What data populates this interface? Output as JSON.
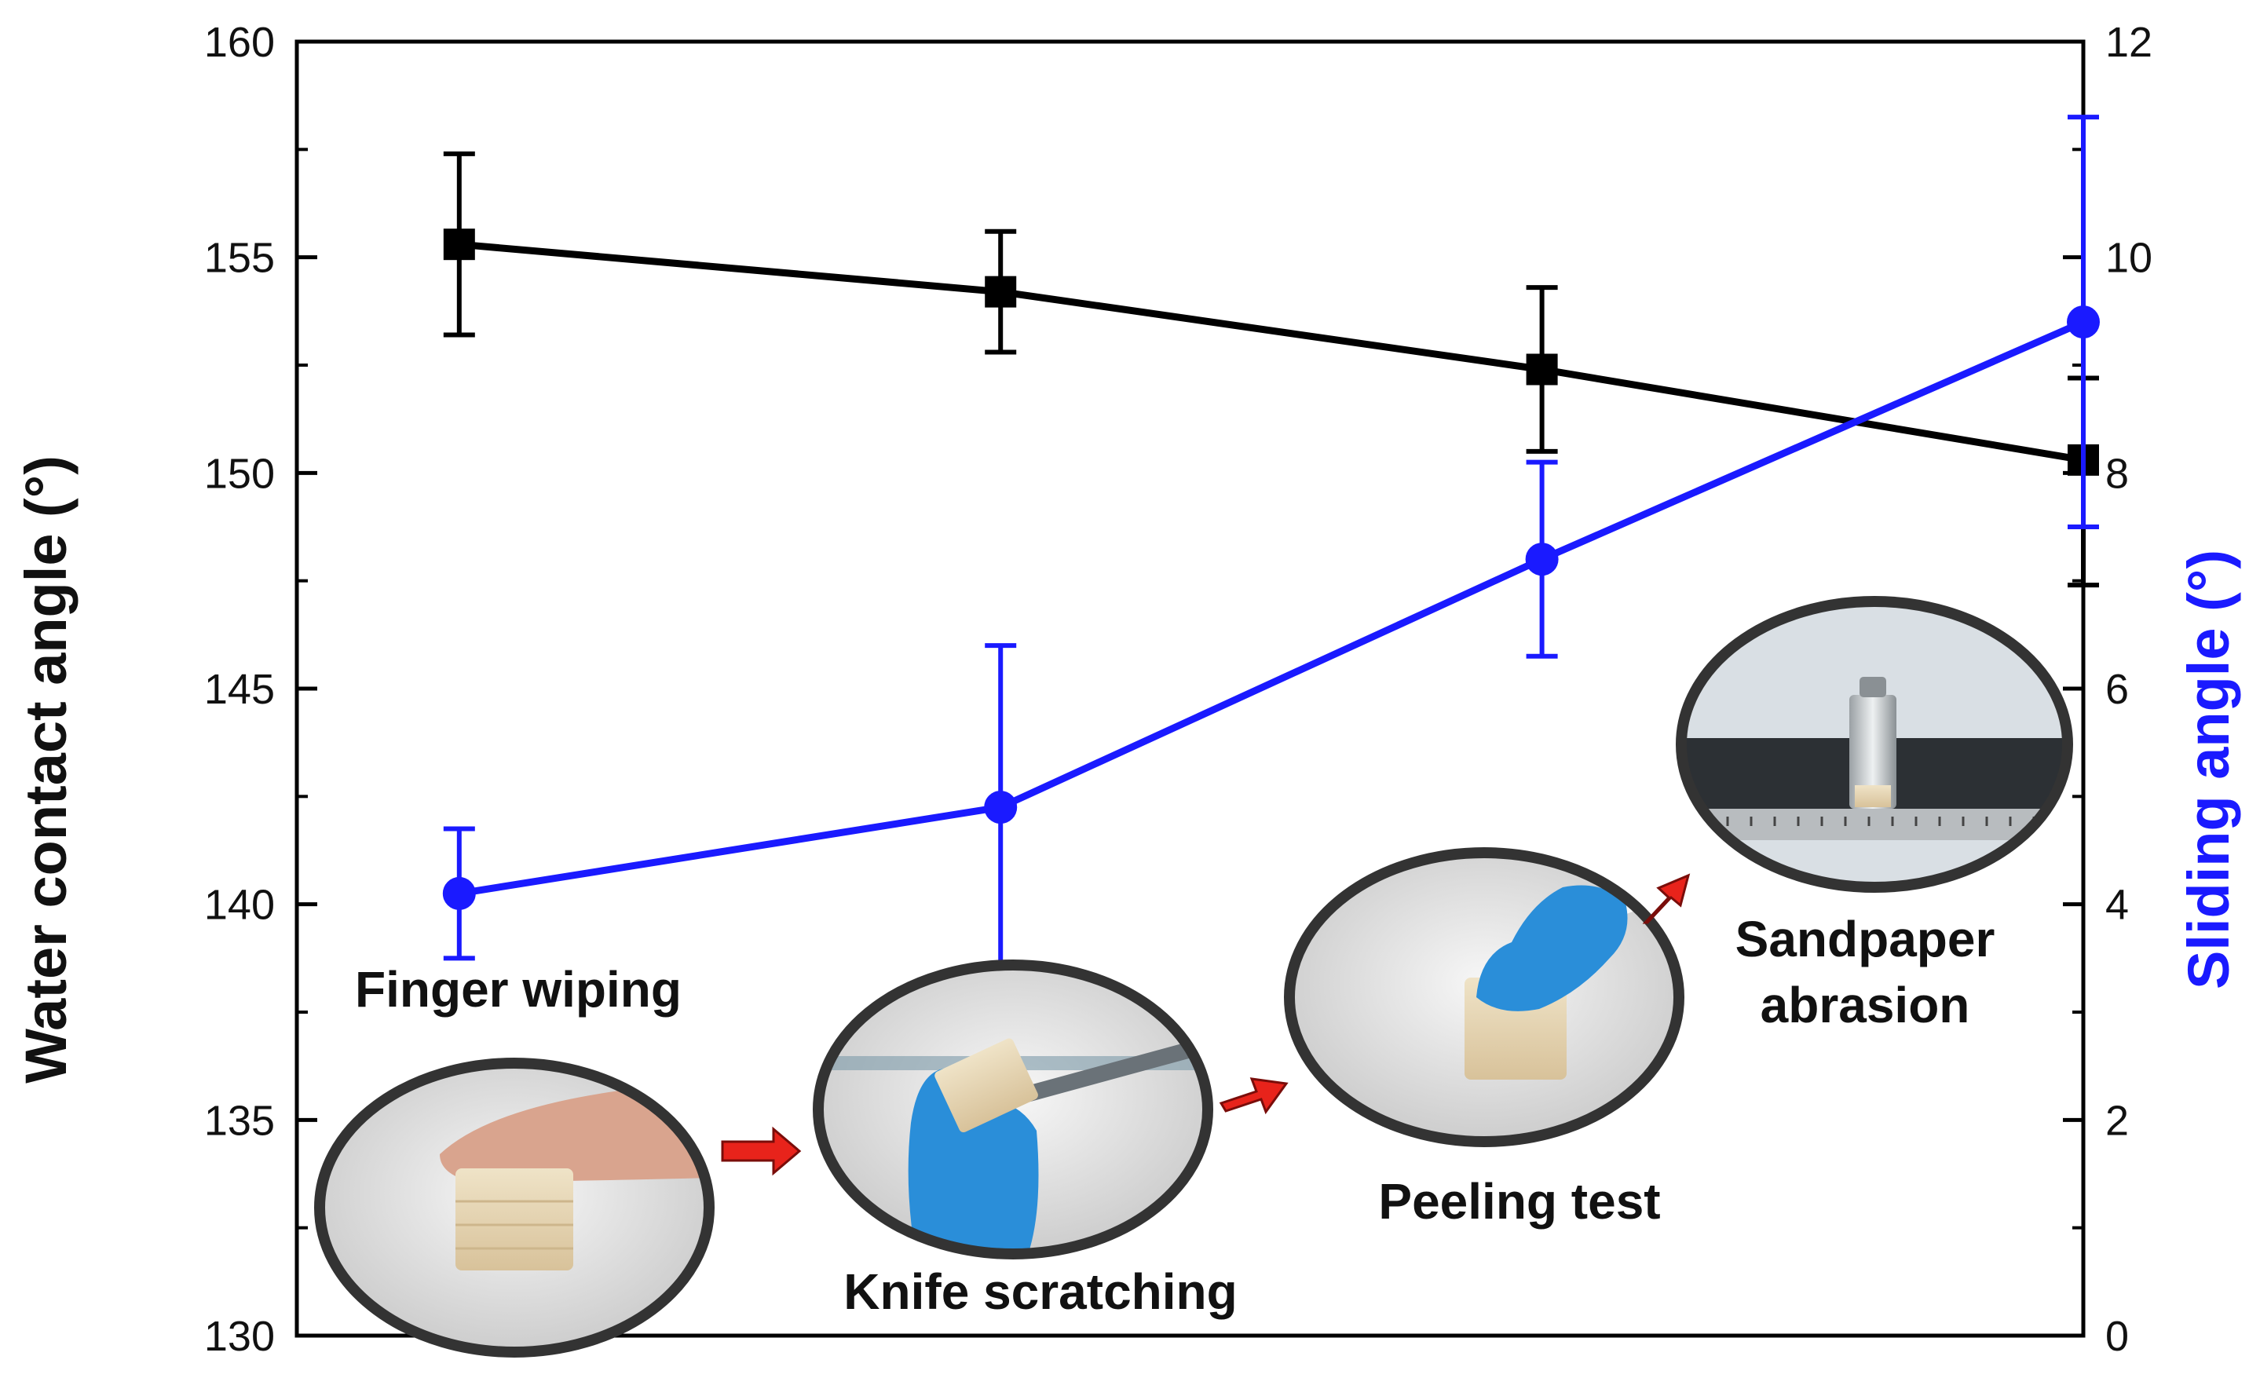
{
  "chart_data": {
    "type": "line",
    "x": [
      1,
      2,
      3,
      4
    ],
    "xlim": [
      0.7,
      4.0
    ],
    "y_left": {
      "label": "Water contact angle (°)",
      "lim": [
        130,
        160
      ],
      "ticks": [
        130,
        135,
        140,
        145,
        150,
        155,
        160
      ],
      "color": "#000000"
    },
    "y_right": {
      "label": "Sliding angle (°)",
      "lim": [
        0,
        12
      ],
      "ticks": [
        0,
        2,
        4,
        6,
        8,
        10,
        12
      ],
      "color": "#1a1aff"
    },
    "series": [
      {
        "axis": "left",
        "marker": "square",
        "color": "#000000",
        "values": [
          155.3,
          154.2,
          152.4,
          150.3
        ],
        "err_low": [
          153.2,
          152.8,
          150.5,
          147.4
        ],
        "err_high": [
          157.4,
          155.6,
          154.3,
          152.2
        ]
      },
      {
        "axis": "right",
        "marker": "circle",
        "color": "#1a1aff",
        "values": [
          4.1,
          4.9,
          7.2,
          9.4
        ],
        "err_low": [
          3.5,
          3.4,
          6.3,
          7.5
        ],
        "err_high": [
          4.7,
          6.4,
          8.1,
          11.3
        ]
      }
    ],
    "grid": false,
    "legend": "none",
    "annotations": [
      {
        "id": "finger",
        "caption_lines": [
          "Finger wiping"
        ]
      },
      {
        "id": "knife",
        "caption_lines": [
          "Knife scratching"
        ]
      },
      {
        "id": "peel",
        "caption_lines": [
          "Peeling test"
        ]
      },
      {
        "id": "sand",
        "caption_lines": [
          "Sandpaper",
          "abrasion"
        ]
      }
    ]
  }
}
